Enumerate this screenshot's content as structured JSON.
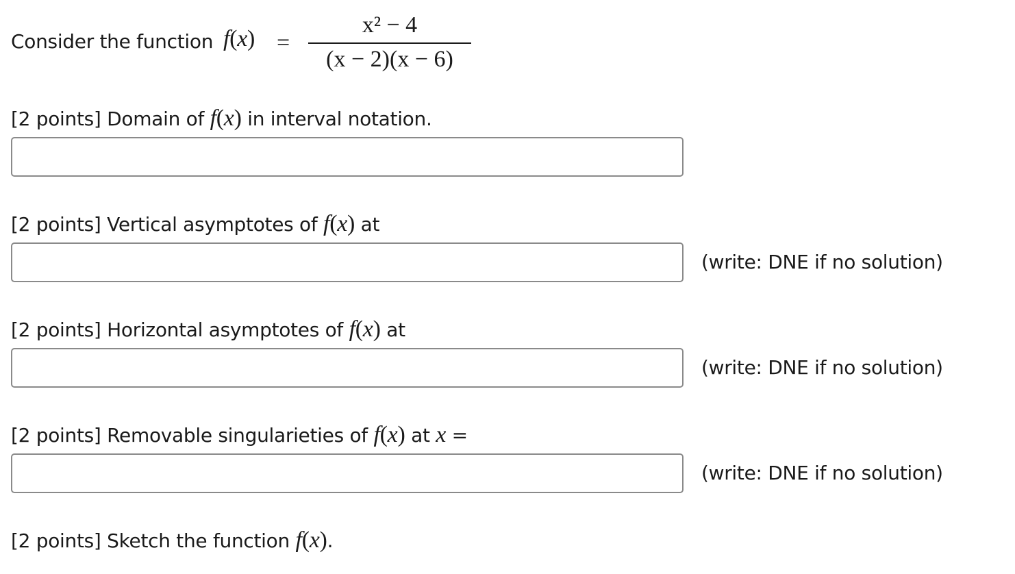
{
  "intro": {
    "prefix": "Consider the function",
    "f_label": "f",
    "x_var": "x",
    "equals": "=",
    "numerator": "x² − 4",
    "denominator": "(x − 2)(x − 6)"
  },
  "questions": [
    {
      "points": "[2 points] Domain of",
      "suffix": "in interval notation.",
      "answer_value": "",
      "hint": ""
    },
    {
      "points": "[2 points] Vertical asymptotes of",
      "suffix": "at",
      "answer_value": "",
      "hint": "(write: DNE if no solution)"
    },
    {
      "points": "[2 points] Horizontal asymptotes of",
      "suffix": "at",
      "answer_value": "",
      "hint": "(write: DNE if no solution)"
    },
    {
      "points": "[2 points] Removable singularieties of",
      "suffix": "at",
      "trailing_var": "x",
      "trailing_eq": "=",
      "answer_value": "",
      "hint": "(write: DNE if no solution)"
    },
    {
      "points": "[2 points] Sketch the function",
      "suffix": "."
    }
  ]
}
